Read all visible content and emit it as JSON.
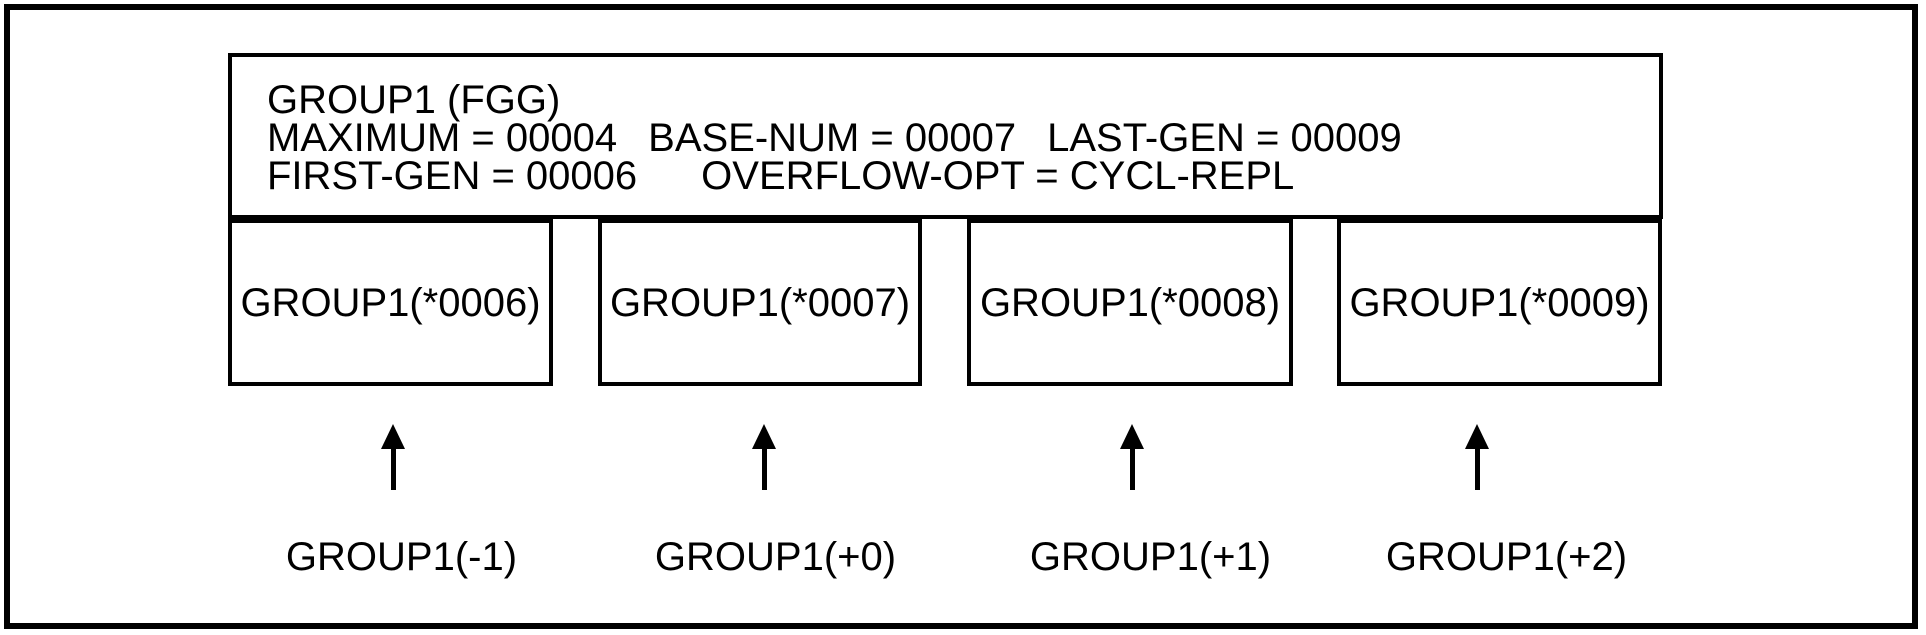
{
  "header": {
    "title": "GROUP1 (FGG)",
    "stats_row1": [
      "MAXIMUM = 00004",
      "BASE-NUM = 00007",
      "LAST-GEN = 00009"
    ],
    "stats_row2": [
      "FIRST-GEN = 00006",
      "OVERFLOW-OPT = CYCL-REPL"
    ]
  },
  "generations": [
    {
      "dataset": "GROUP1(*0006)",
      "relative": "GROUP1(-1)",
      "arrow_icon": "up-arrow"
    },
    {
      "dataset": "GROUP1(*0007)",
      "relative": "GROUP1(+0)",
      "arrow_icon": "up-arrow"
    },
    {
      "dataset": "GROUP1(*0008)",
      "relative": "GROUP1(+1)",
      "arrow_icon": "up-arrow"
    },
    {
      "dataset": "GROUP1(*0009)",
      "relative": "GROUP1(+2)",
      "arrow_icon": "up-arrow"
    }
  ],
  "colors": {
    "line": "#000000",
    "text": "#000000",
    "background": "#ffffff"
  }
}
